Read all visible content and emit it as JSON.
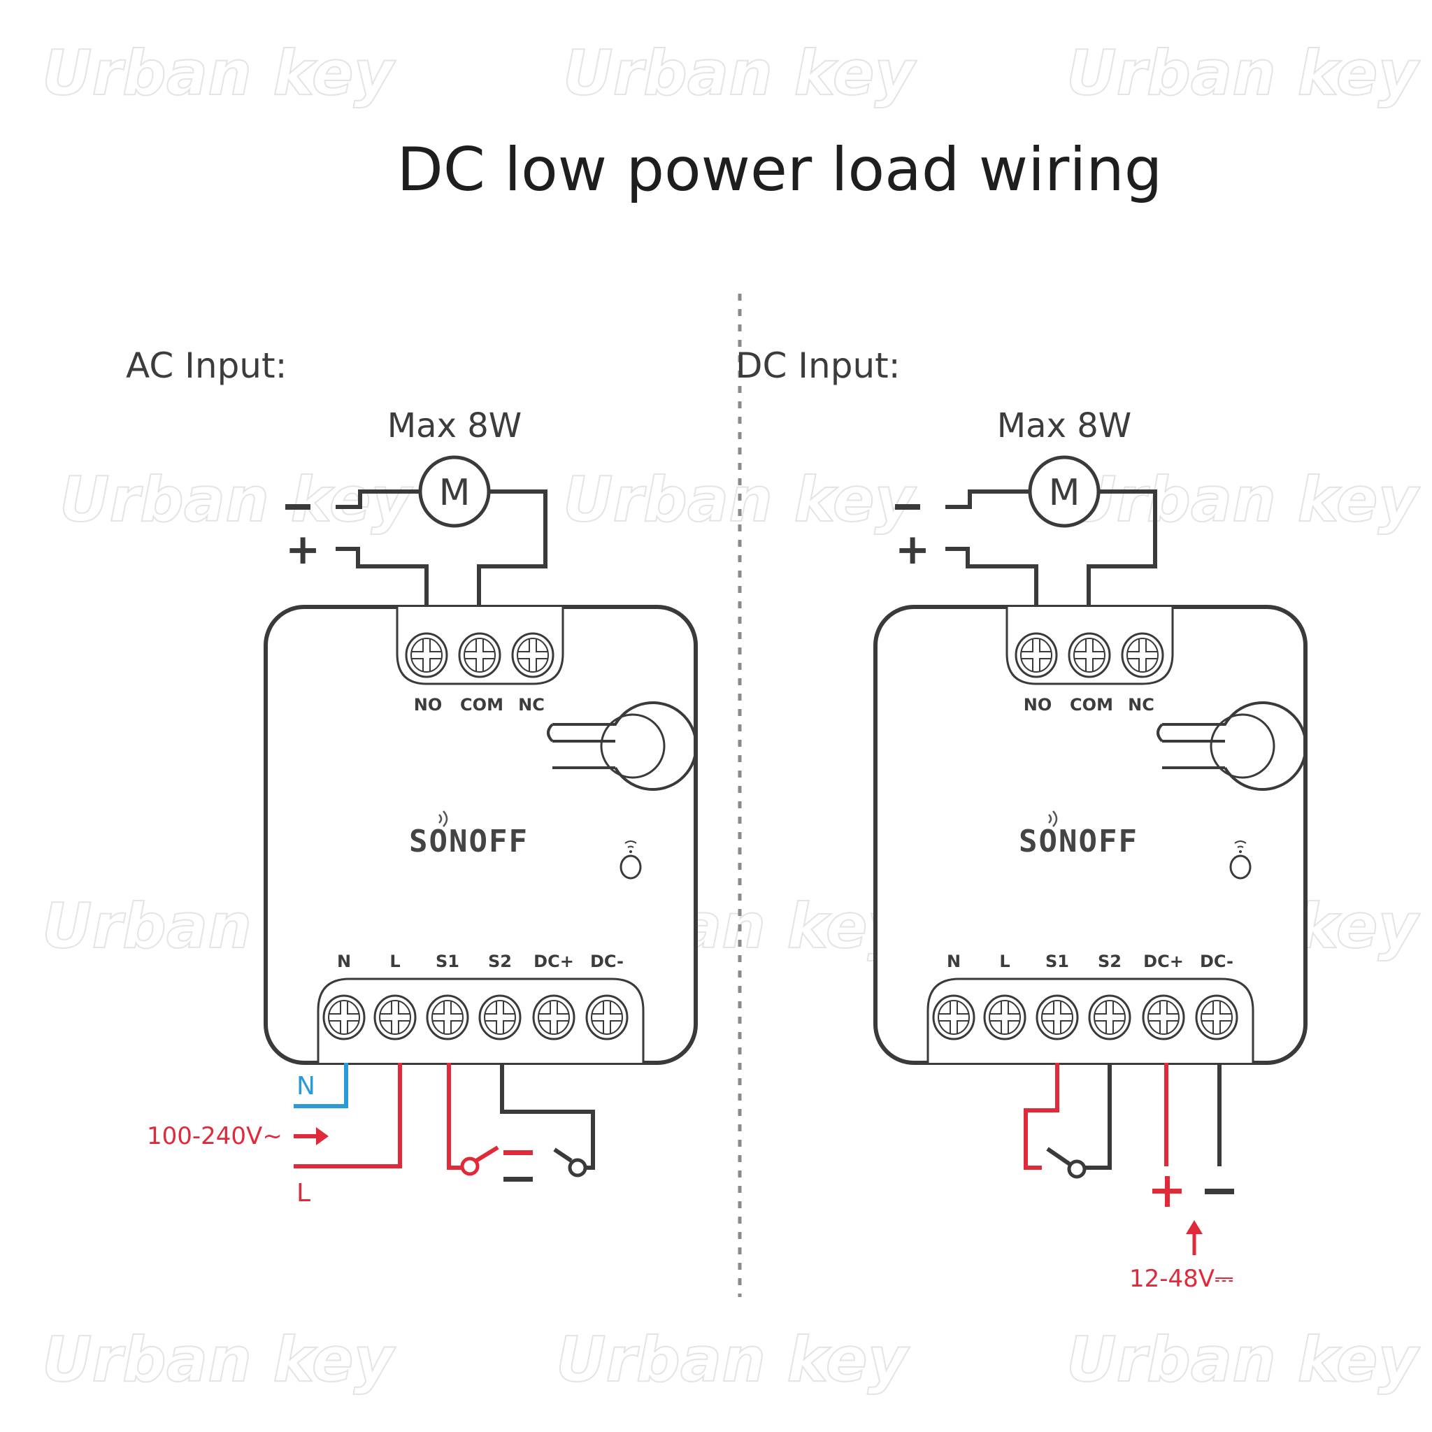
{
  "title": "DC low power load wiring",
  "watermark": "Urban key",
  "colors": {
    "line": "#3a3a3a",
    "live_red": "#e02a3a",
    "neutral_blue": "#2a9ad8"
  },
  "panels": [
    {
      "id": "ac",
      "section_label": "AC Input:",
      "load_label": "Max 8W",
      "motor_symbol": "M",
      "load_polarity": {
        "minus": "−",
        "plus": "+"
      },
      "brand": "SONOFF",
      "top_terminals": [
        "NO",
        "COM",
        "NC"
      ],
      "bottom_terminals": [
        "N",
        "L",
        "S1",
        "S2",
        "DC+",
        "DC-"
      ],
      "supply": {
        "neutral_label": "N",
        "live_label": "L",
        "voltage_label": "100-240V~"
      }
    },
    {
      "id": "dc",
      "section_label": "DC Input:",
      "load_label": "Max 8W",
      "motor_symbol": "M",
      "load_polarity": {
        "minus": "−",
        "plus": "+"
      },
      "brand": "SONOFF",
      "top_terminals": [
        "NO",
        "COM",
        "NC"
      ],
      "bottom_terminals": [
        "N",
        "L",
        "S1",
        "S2",
        "DC+",
        "DC-"
      ],
      "supply": {
        "plus_label": "+",
        "minus_label": "−",
        "voltage_label": "12-48V⎓"
      }
    }
  ]
}
